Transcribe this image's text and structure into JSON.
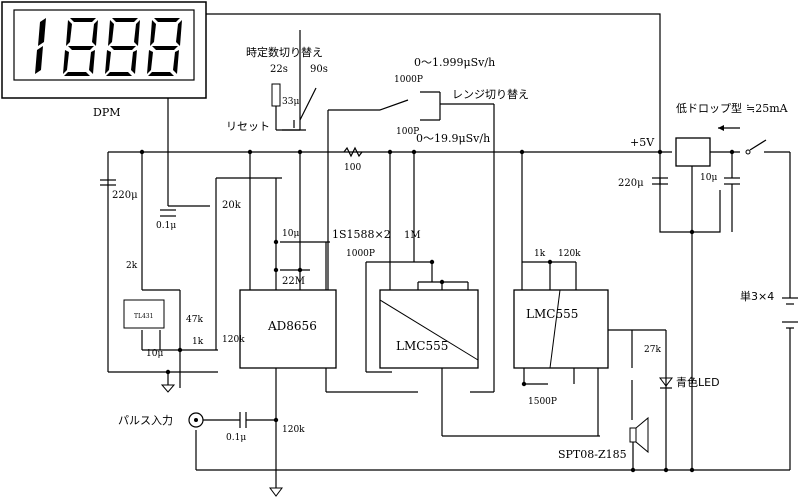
{
  "dpm": {
    "digits": "1888",
    "label": "DPM"
  },
  "labels": {
    "time_const_switch": "時定数切り替え",
    "time_22s": "22s",
    "time_90s": "90s",
    "cap_33u": "33μ",
    "reset": "リセット",
    "range_high": "0～1.999μSv/h",
    "range_switch": "レンジ切り替え",
    "range_low": "0～19.9μSv/h",
    "cap_1000p_a": "1000P",
    "cap_100p": "100P",
    "low_drop": "低ドロップ型",
    "current": "≒25mA",
    "plus5v": "+5V",
    "r100": "100",
    "cap_220u_left": "220μ",
    "cap_220u_right": "220μ",
    "cap_10u_right": "10μ",
    "cap_01u_a": "0.1μ",
    "r20k": "20k",
    "cap_10u_mid": "10μ",
    "diode_1s1588": "1S1588×2",
    "r1m": "1M",
    "cap_1000p_b": "1000P",
    "r22m": "22M",
    "r1k_a": "1k",
    "r120k_a": "120k",
    "r2k": "2k",
    "r47k": "47k",
    "r1k_b": "1k",
    "r120k_b": "120k",
    "cap_10u_bottom": "10μ",
    "tl431": "TL431",
    "ic_ad8656": "AD8656",
    "ic_lmc555_a": "LMC555",
    "ic_lmc555_b": "LMC555",
    "battery": "単3×4",
    "r27k": "27k",
    "blue_led": "青色LED",
    "cap_1500p": "1500P",
    "pulse_in": "パルス入力",
    "cap_01u_b": "0.1μ",
    "r120k_c": "120k",
    "speaker": "SPT08-Z185"
  }
}
